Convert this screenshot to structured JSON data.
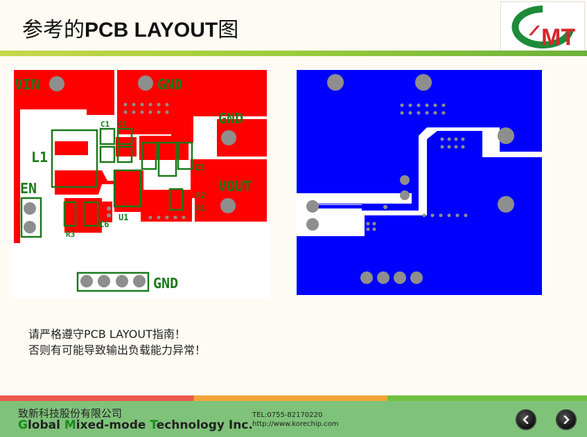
{
  "title": {
    "prefix": "参考的",
    "bold": "PCB LAYOUT",
    "suffix": "图"
  },
  "logo": {
    "text": "MT",
    "colors": {
      "green": "#1f8a3a",
      "red": "#d8262a"
    }
  },
  "pcb_top": {
    "labels": {
      "vin": "VIN",
      "gnd1": "GND",
      "gnd2": "GND",
      "vout": "VOUT",
      "en": "EN",
      "l1": "L1",
      "c1": "C1",
      "c2": "C2",
      "c3": "C3",
      "c6": "C6",
      "u1": "U1",
      "r1": "R1",
      "r2": "R2",
      "r3": "R3",
      "gnd_header": "GND"
    },
    "colors": {
      "copper": "#ff0000",
      "silkscreen": "#1a7a1a",
      "pad": "#8e8e8e"
    }
  },
  "pcb_bottom": {
    "colors": {
      "copper": "#0000ff",
      "pad": "#8e8e8e"
    }
  },
  "note": {
    "line1": "请严格遵守PCB LAYOUT指南！",
    "line2": "否则有可能导致输出负载能力异常！"
  },
  "footer": {
    "company_cn": "致新科技股份有限公司",
    "company_en": {
      "g": "G",
      "p1": "lobal ",
      "m": "M",
      "p2": "ixed-mode ",
      "t": "T",
      "p3": "echnology Inc."
    },
    "tel": "TEL:0755-82170220",
    "url": "http://www.korechip.com"
  },
  "nav": {
    "prev_icon": "chevron-left-icon",
    "next_icon": "chevron-right-icon"
  }
}
